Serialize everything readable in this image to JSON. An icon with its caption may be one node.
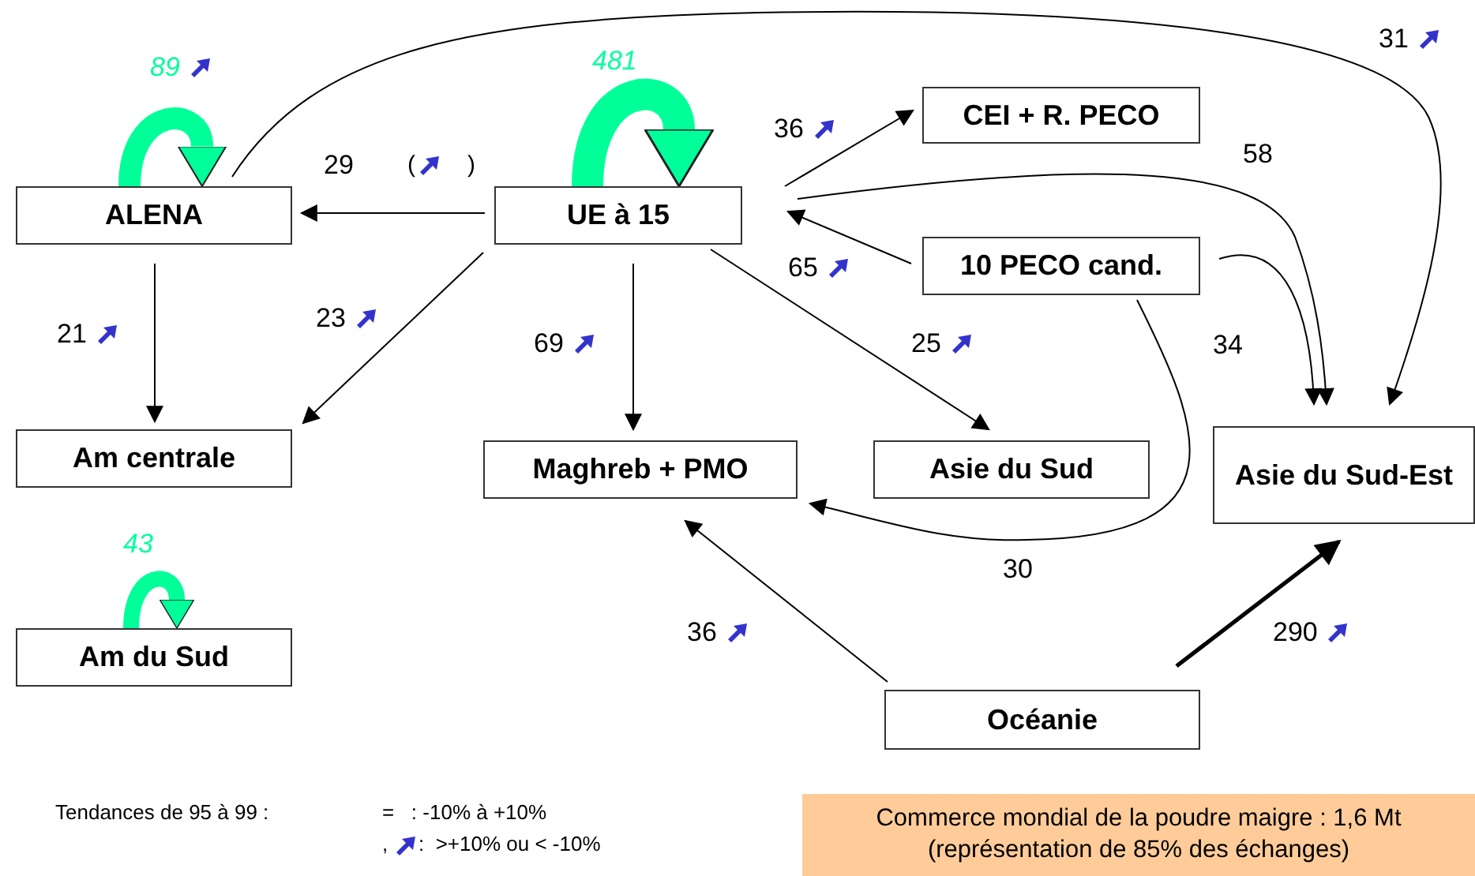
{
  "diagram": {
    "nodes": [
      {
        "text": [
          "ALENA"
        ]
      },
      {
        "text": [
          "UE à 15"
        ]
      },
      {
        "text": [
          "CEI + R. PECO"
        ]
      },
      {
        "text": [
          "10 PECO cand."
        ]
      },
      {
        "text": [
          "Am centrale"
        ]
      },
      {
        "text": [
          "Maghreb + PMO"
        ]
      },
      {
        "text": [
          "Asie du Sud"
        ]
      },
      {
        "text": [
          "Asie du Sud-Est"
        ]
      },
      {
        "text": [
          "Am du Sud"
        ]
      },
      {
        "text": [
          "Océanie"
        ]
      },
      {
        "text": [
          "Commerce mondial de la poudre maigre :  1,6 Mt (représentation de 85% des échanges)"
        ]
      }
    ],
    "edges": [
      {
        "from": 0,
        "to": 0,
        "arrow": "to",
        "label": "89",
        "style": "thick",
        "color": "#00ff99"
      },
      {
        "from": 1,
        "to": 1,
        "arrow": "to",
        "label": "481",
        "style": "thick",
        "color": "#00ff99"
      },
      {
        "from": 8,
        "to": 8,
        "arrow": "to",
        "label": "43",
        "style": "thick",
        "color": "#00ff99"
      },
      {
        "from": 1,
        "to": 0,
        "arrow": "to",
        "label": "29"
      },
      {
        "from": 0,
        "to": 4,
        "arrow": "to",
        "label": "21"
      },
      {
        "from": 1,
        "to": 4,
        "arrow": "to",
        "label": "23"
      },
      {
        "from": 1,
        "to": 5,
        "arrow": "to",
        "label": "69"
      },
      {
        "from": 1,
        "to": 6,
        "arrow": "to",
        "label": "25"
      },
      {
        "from": 1,
        "to": 2,
        "arrow": "to",
        "label": "36"
      },
      {
        "from": 3,
        "to": 1,
        "arrow": "to",
        "label": "65"
      },
      {
        "from": 1,
        "to": 7,
        "arrow": "to",
        "label": "58"
      },
      {
        "from": 0,
        "to": 7,
        "arrow": "to",
        "label": "31"
      },
      {
        "from": 3,
        "to": 7,
        "arrow": "to",
        "label": "34"
      },
      {
        "from": 3,
        "to": 5,
        "arrow": "to",
        "label": "30"
      },
      {
        "from": 9,
        "to": 5,
        "arrow": "to",
        "label": "36"
      },
      {
        "from": 9,
        "to": 7,
        "arrow": "to",
        "label": "290",
        "style": "thick"
      }
    ],
    "labels": [
      "(",
      ")",
      "Tendances de 95 à 99 :",
      "=   : -10% à +10%",
      ",",
      ":  >+10% ou < -10%"
    ]
  }
}
